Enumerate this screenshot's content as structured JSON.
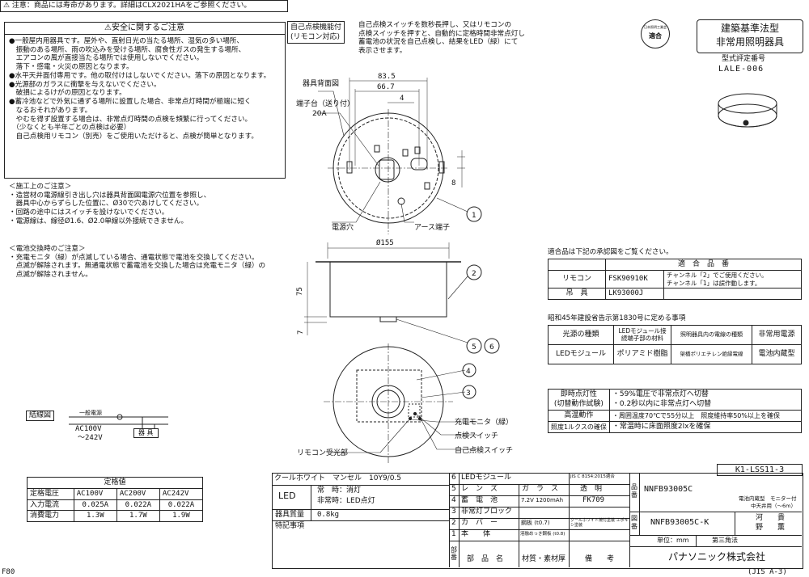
{
  "top_notice": "⚠ 注意：商品には寿命があります。詳細はCLX2021HAをご参照ください。",
  "safety": {
    "title": "⚠安全に関するご注意",
    "lines": [
      "●一般屋内用器具です。屋外や、直射日光の当たる場所、湿気の多い場所、",
      "　振動のある場所、雨の吹込みを受ける場所、腐食性ガスの発生する場所、",
      "　エアコンの風が直接当たる場所では使用しないでください。",
      "　落下・感電・火災の原因となります。",
      "●水平天井面付専用です。他の取付けはしないでください。落下の原因となります。",
      "●光源部のガラスに衝撃を与えないでください。",
      "　破損によるけがの原因となります。",
      "●蓄冷池などで外気に通ずる場所に設置した場合、非常点灯時間が極端に短く",
      "　なるおそれがあります。",
      "　やむを得ず設置する場合は、非常点灯時間の点検を頻繁に行ってください。",
      "　（少なくとも半年ごとの点検は必要）",
      "　自己点検用リモコン（別売）をご使用いただけると、点検が簡単となります。"
    ]
  },
  "install_notes": [
    "＜施工上のご注意＞",
    "・造営材の電源線引き出し穴は器具背面図電源穴位置を参照し、",
    "　器具中心からずらした位置に、Ø30で穴あけしてください。",
    "・回路の途中にはスイッチを設けないでください。",
    "・電源線は、線径Ø1.6、Ø2.0単線以外接続できません。"
  ],
  "battery_notes": [
    "＜電池交換時のご注意＞",
    "・充電モニタ（緑）が点滅している場合、通電状態で電池を交換してください。",
    "　点滅が解除されます。無通電状態で蓄電池を交換した場合は充電モニタ（緑）の",
    "　点滅が解除されません。"
  ],
  "self_check": {
    "label1": "自己点検機能付",
    "label2": "(リモコン対応)",
    "desc": [
      "自己点検スイッチを数秒長押し、又はリモコンの",
      "点検スイッチを押すと、自動的に定格時間非常点灯し",
      "蓄電池の状況を自己点検し、結果をLED（緑）にて",
      "表示させます。"
    ]
  },
  "header_right": {
    "seal_line1": "日本照明工業会",
    "seal_line2": "適合",
    "title1": "建築基準法型",
    "title2": "非常用照明器具",
    "cert_label": "型式評定番号",
    "cert_no": "LALE-006"
  },
  "drawing": {
    "back_view_label": "器具背面図",
    "terminal_label": "端子台（送り付）",
    "terminal_rating": "20A",
    "dim_83_5": "83.5",
    "dim_66_7": "66.7",
    "dim_4": "4",
    "dim_8": "8",
    "dim_155": "Ø155",
    "dim_75": "75",
    "dim_7": "7",
    "power_hole": "電源穴",
    "earth_terminal": "アース端子",
    "charge_monitor": "充電モニタ（緑）",
    "check_switch": "点検スイッチ",
    "self_check_switch": "自己点検スイッチ",
    "remote_receiver": "リモコン受光部",
    "callouts": [
      "1",
      "2",
      "5",
      "6",
      "4",
      "3"
    ]
  },
  "wiring": {
    "title": "結線図",
    "supply": "一般電源",
    "voltage1": "AC100V",
    "voltage2": "～242V",
    "fixture": "器 具"
  },
  "compat": {
    "caption": "適合品は下記の承認図をご覧ください。",
    "header": "適　合　品　番",
    "rows": [
      {
        "name": "リモコン",
        "model": "FSK90910K",
        "note1": "チャンネル「2」でご使用ください。",
        "note2": "チャンネル「1」は誤作動します。"
      },
      {
        "name": "吊　具",
        "model": "LK93000J",
        "note1": "",
        "note2": ""
      }
    ]
  },
  "light_source": {
    "caption": "昭和45年建設省告示第1830号に定める事項",
    "headers": [
      "光源の種類",
      "LEDモジュール接続端子部の材料",
      "照明器具内の電線の種類",
      "非常用電源"
    ],
    "values": [
      "LEDモジュール",
      "ポリアミド樹脂",
      "架橋ポリエチレン絶縁電線",
      "電池内蔵型"
    ]
  },
  "performance": {
    "rows": [
      {
        "k1": "即時点灯性",
        "k2": "(切替動作試験)",
        "v1": "・59%電圧で非常点灯へ切替",
        "v2": "・0.2秒以内に非常点灯へ切替"
      },
      {
        "k1": "高温動作",
        "k2": "",
        "v1": "・周囲温度70℃で55分以上　照度維持率50%以上を確保",
        "v2": ""
      },
      {
        "k1": "照度1ルクスの確保",
        "k2": "",
        "v1": "・常温時に床面照度2lxを確保",
        "v2": ""
      }
    ]
  },
  "rating": {
    "title": "定格値",
    "cols": [
      "定格電圧",
      "AC100V",
      "AC200V",
      "AC242V"
    ],
    "rows": [
      [
        "入力電流",
        "0.025A",
        "0.022A",
        "0.022A"
      ],
      [
        "消費電力",
        "1.3W",
        "1.7W",
        "1.9W"
      ]
    ]
  },
  "doc_no": "K1-LSS11-3",
  "title_block": {
    "color": "クールホワイト　マンセル　10Y9/0.5",
    "led": "LED",
    "normal": "常　時：消灯",
    "emergency": "非常時：LED点灯",
    "weight_label": "器具質量",
    "weight": "0.8kg",
    "remarks_label": "特記事項",
    "parts": [
      {
        "no": "6",
        "name": "LEDモジュール",
        "material": "",
        "note": "JIS C 8154:2015適合"
      },
      {
        "no": "5",
        "name": "レ　ン　ズ",
        "material": "ガ　ラ　ス",
        "note": "透　明"
      },
      {
        "no": "4",
        "name": "蓄　電　池",
        "material": "7.2V 1200mAh",
        "note": "FK709"
      },
      {
        "no": "3",
        "name": "非常灯ブロック",
        "material": "",
        "note": ""
      },
      {
        "no": "2",
        "name": "カ　バ　ー",
        "material": "鋼板 (t0.7)",
        "note": "クールホワイト焼付塗装 エポキシ塗装"
      },
      {
        "no": "1",
        "name": "本　　体",
        "material": "溶融めっき鋼板 (t0.8)",
        "note": ""
      }
    ],
    "col_no": "部番",
    "col_name": "部　品　名",
    "col_material": "材質・素材厚",
    "col_note": "備　　考",
    "hinban_label": "品番",
    "hinban": "NNFB93005C",
    "hinban_desc1": "電池内蔵型　モニター付",
    "hinban_desc2": "中天井用（～6m）",
    "zuban_label": "図番",
    "zuban": "NNFB93005C-K",
    "sign1": "河　　貴",
    "sign2": "野　　薫",
    "unit": "単位：mm",
    "angle": "第三角法",
    "company": "パナソニック株式会社"
  },
  "footer_left": "F80",
  "footer_right": "(JIS A-3)"
}
